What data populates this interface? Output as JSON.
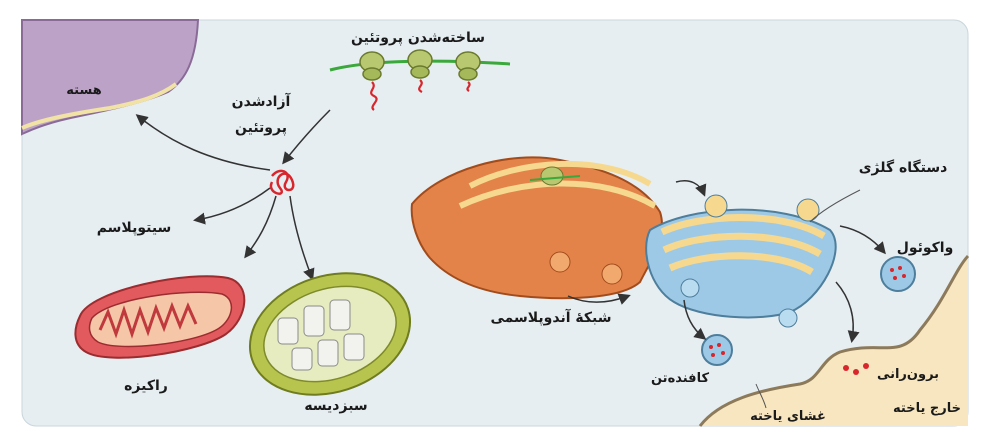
{
  "labels": {
    "protein_synthesis": "ساخته‌شدن پروتئین",
    "protein_release_line1": "آزادشدن",
    "protein_release_line2": "پروتئین",
    "nucleus": "هسته",
    "cytoplasm": "سیتوپلاسم",
    "mitochondrion": "راکیزه",
    "chloroplast": "سبزدیسه",
    "endoplasmic_reticulum": "شبکۀ آندوپلاسمی",
    "golgi": "دستگاه گلژی",
    "vacuole": "واکوئول",
    "lysosome": "کافنده‌تن",
    "exocytosis": "برون‌رانی",
    "cell_membrane": "غشای یاخته",
    "outside_cell": "خارج یاخته"
  },
  "colors": {
    "panel": "#e8f0f3",
    "nucleus": "#b79bc2",
    "mitochondrion": "#e5575c",
    "chloroplast": "#b5c24a",
    "er": "#e3834a",
    "golgi": "#9ec9e6",
    "golgi_stack": "#f6d98e",
    "outside": "#f7e6bf",
    "protein": "#d8262c",
    "ribosome": "#9cb553",
    "mrna": "#3aa83a"
  }
}
